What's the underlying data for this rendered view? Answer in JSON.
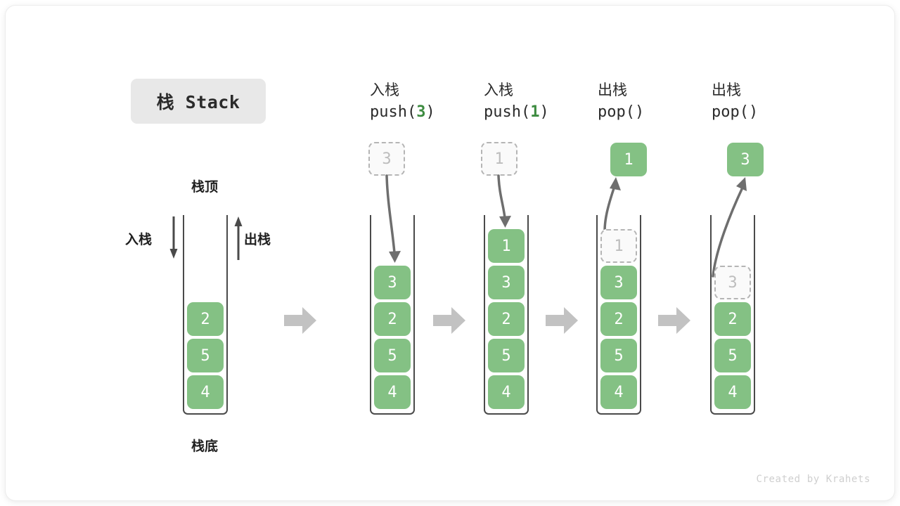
{
  "title": {
    "text": "栈 Stack"
  },
  "labels": {
    "top": "栈顶",
    "bottom": "栈底",
    "push_side": "入栈",
    "pop_side": "出栈"
  },
  "footer": {
    "credit": "Created by Krahets"
  },
  "colors": {
    "cell_fill": "#84c184",
    "cell_text": "#ffffff",
    "ghost_border": "#b5b5b5",
    "ghost_text": "#bdbdbd",
    "container_line": "#4a4a4a",
    "code_accent": "#3d8b40",
    "step_arrow": "#c2c2c2",
    "badge_bg": "#e8e8e8"
  },
  "columns": [
    {
      "id": "initial",
      "head_cn": "",
      "head_code": "",
      "head_code_arg": "",
      "floating": null,
      "cells": [
        "2",
        "5",
        "4"
      ]
    },
    {
      "id": "push-3",
      "head_cn": "入栈",
      "head_code_prefix": "push(",
      "head_code_arg": "3",
      "head_code_suffix": ")",
      "floating": {
        "kind": "ghost",
        "value": "3",
        "position": "above"
      },
      "cells": [
        "3",
        "2",
        "5",
        "4"
      ]
    },
    {
      "id": "push-1",
      "head_cn": "入栈",
      "head_code_prefix": "push(",
      "head_code_arg": "1",
      "head_code_suffix": ")",
      "floating": {
        "kind": "ghost",
        "value": "1",
        "position": "above"
      },
      "cells": [
        "1",
        "3",
        "2",
        "5",
        "4"
      ]
    },
    {
      "id": "pop-1",
      "head_cn": "出栈",
      "head_code_prefix": "pop(",
      "head_code_arg": "",
      "head_code_suffix": ")",
      "floating": {
        "kind": "filled",
        "value": "1",
        "position": "above"
      },
      "cells": [
        "1-ghost",
        "3",
        "2",
        "5",
        "4"
      ]
    },
    {
      "id": "pop-3",
      "head_cn": "出栈",
      "head_code_prefix": "pop(",
      "head_code_arg": "",
      "head_code_suffix": ")",
      "floating": {
        "kind": "filled",
        "value": "3",
        "position": "above"
      },
      "cells": [
        "3-ghost",
        "2",
        "5",
        "4"
      ]
    }
  ],
  "cell_values": {
    "c0": [
      "2",
      "5",
      "4"
    ],
    "c1": [
      "3",
      "2",
      "5",
      "4"
    ],
    "c2": [
      "1",
      "3",
      "2",
      "5",
      "4"
    ],
    "c3_ghost": "1",
    "c3": [
      "3",
      "2",
      "5",
      "4"
    ],
    "c3_float": "1",
    "c4_ghost": "3",
    "c4": [
      "2",
      "5",
      "4"
    ],
    "c4_float": "3"
  },
  "headers": {
    "h1_cn": "入栈",
    "h1_code_pre": "push(",
    "h1_code_num": "3",
    "h1_code_post": ")",
    "h2_cn": "入栈",
    "h2_code_pre": "push(",
    "h2_code_num": "1",
    "h2_code_post": ")",
    "h3_cn": "出栈",
    "h3_code_pre": "pop(",
    "h3_code_num": "",
    "h3_code_post": ")",
    "h4_cn": "出栈",
    "h4_code_pre": "pop(",
    "h4_code_num": "",
    "h4_code_post": ")"
  }
}
